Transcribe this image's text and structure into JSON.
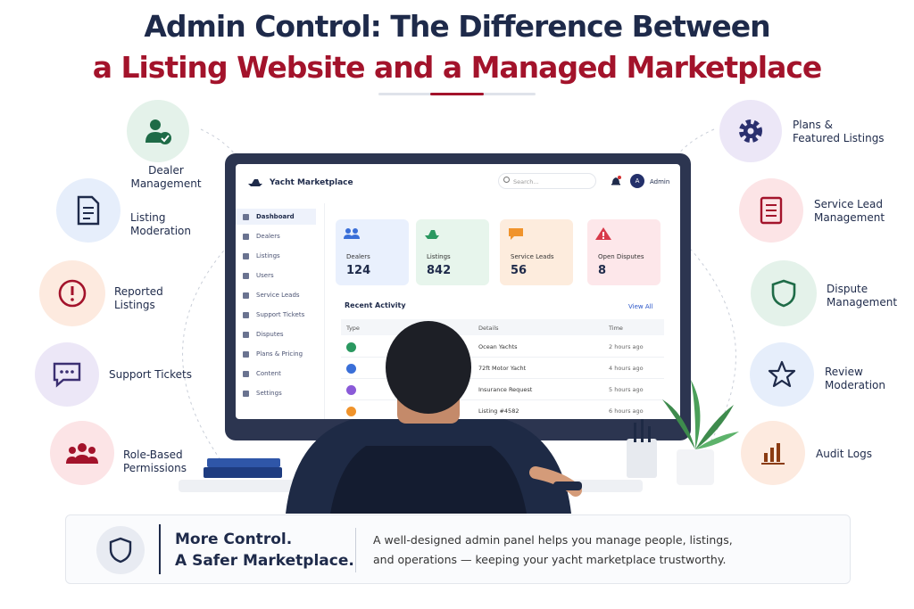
{
  "title": {
    "line1": "Admin Control: The Difference Between",
    "line2": "a Listing Website and a Managed Marketplace"
  },
  "colors": {
    "navy": "#1e2a4a",
    "crimson": "#a3132b"
  },
  "features_left": [
    {
      "label": "Dealer\nManagement",
      "icon": "user-check-icon"
    },
    {
      "label": "Listing\nModeration",
      "icon": "document-icon"
    },
    {
      "label": "Reported\nListings",
      "icon": "alert-circle-icon"
    },
    {
      "label": "Support Tickets",
      "icon": "chat-bubble-icon"
    },
    {
      "label": "Role-Based\nPermissions",
      "icon": "users-group-icon"
    }
  ],
  "features_right": [
    {
      "label": "Plans &\nFeatured Listings",
      "icon": "gear-icon"
    },
    {
      "label": "Service Lead\nManagement",
      "icon": "list-document-icon"
    },
    {
      "label": "Dispute\nManagement",
      "icon": "shield-icon"
    },
    {
      "label": "Review\nModeration",
      "icon": "star-icon"
    },
    {
      "label": "Audit Logs",
      "icon": "bar-chart-icon"
    }
  ],
  "app": {
    "brand": "Yacht Marketplace",
    "search_placeholder": "Search...",
    "user": "Admin",
    "avatar_letter": "A",
    "sidebar": [
      "Dashboard",
      "Dealers",
      "Listings",
      "Users",
      "Service Leads",
      "Support Tickets",
      "Disputes",
      "Plans & Pricing",
      "Content",
      "Settings"
    ],
    "cards": [
      {
        "label": "Dealers",
        "value": "124"
      },
      {
        "label": "Listings",
        "value": "842"
      },
      {
        "label": "Service Leads",
        "value": "56"
      },
      {
        "label": "Open Disputes",
        "value": "8"
      }
    ],
    "recent_title": "Recent Activity",
    "view_all": "View All",
    "columns": [
      "Type",
      "Details",
      "Time"
    ],
    "rows": [
      {
        "details": "Ocean Yachts",
        "time": "2 hours ago"
      },
      {
        "details": "72ft Motor Yacht",
        "time": "4 hours ago"
      },
      {
        "details": "Insurance Request",
        "time": "5 hours ago"
      },
      {
        "details": "Listing #4582",
        "time": "6 hours ago"
      }
    ]
  },
  "bottom": {
    "headline1": "More Control.",
    "headline2": "A Safer Marketplace.",
    "text1": "A well-designed admin panel helps you manage people, listings,",
    "text2": "and operations — keeping your yacht marketplace trustworthy."
  }
}
